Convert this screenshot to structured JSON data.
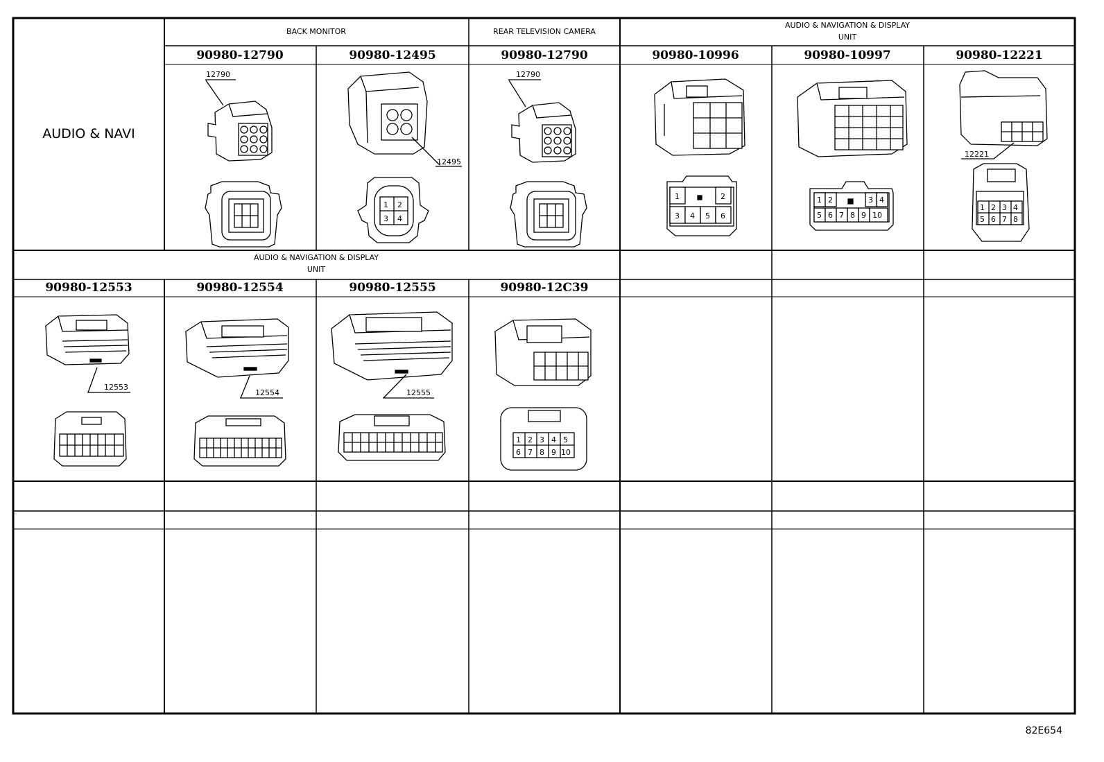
{
  "row_label": "AUDIO & NAVI",
  "top_groups": [
    {
      "label": "BACK MONITOR"
    },
    {
      "label": "REAR TELEVISION CAMERA"
    },
    {
      "label_line1": "AUDIO & NAVIGATION & DISPLAY",
      "label_line2": "UNIT"
    }
  ],
  "mid_group": {
    "label_line1": "AUDIO & NAVIGATION & DISPLAY",
    "label_line2": "UNIT"
  },
  "top_parts": [
    "90980-12790",
    "90980-12495",
    "90980-12790",
    "90980-10996",
    "90980-10997",
    "90980-12221"
  ],
  "mid_parts": [
    "90980-12553",
    "90980-12554",
    "90980-12555",
    "90980-12C39"
  ],
  "callouts": {
    "c12790a": "12790",
    "c12495": "12495",
    "c12790b": "12790",
    "c12221": "12221",
    "c12553": "12553",
    "c12554": "12554",
    "c12555": "12555"
  },
  "pins": {
    "p12495": [
      "1",
      "2",
      "3",
      "4"
    ],
    "p10996": [
      "1",
      "2",
      "3",
      "4",
      "5",
      "6"
    ],
    "p10997": [
      "1",
      "2",
      "3",
      "4",
      "5",
      "6",
      "7",
      "8",
      "9",
      "10"
    ],
    "p12221": [
      "1",
      "2",
      "3",
      "4",
      "5",
      "6",
      "7",
      "8"
    ],
    "p12C39": [
      "1",
      "2",
      "3",
      "4",
      "5",
      "6",
      "7",
      "8",
      "9",
      "10"
    ]
  },
  "figure_code": "82E654"
}
